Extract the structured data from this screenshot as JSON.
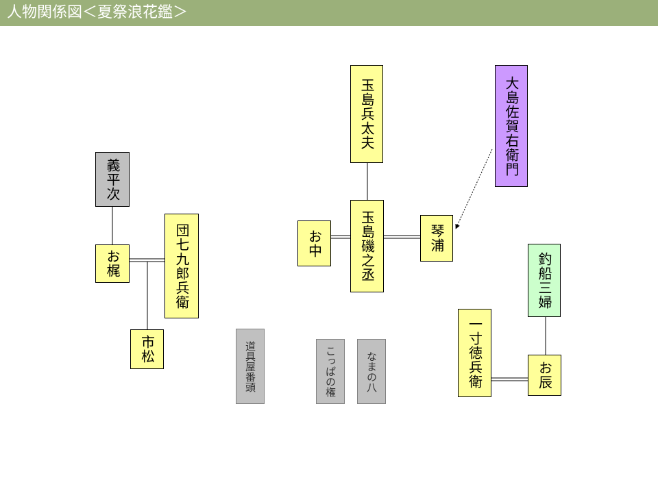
{
  "title": "人物関係図＜夏祭浪花鑑＞",
  "colors": {
    "header": "#9bb07a",
    "yellow": "#ffff99",
    "gray": "#c0c0c0",
    "purple": "#cc99ff",
    "green": "#ccffcc"
  },
  "characters": {
    "gihei": "義平次",
    "okaji": "お梶",
    "danshichi": "団七九郎兵衛",
    "ichimatsu": "市松",
    "dougu": "道具屋番頭",
    "konoken": "こっぱの権",
    "namanohachi": "なまの八",
    "tamashima_hyodayu": "玉島兵太夫",
    "onaka": "お中",
    "isonojo": "玉島磯之丞",
    "kotoura": "琴浦",
    "oshima": "大島佐賀右衛門",
    "tsuribune": "釣船三婦",
    "issun": "一寸徳兵衛",
    "otatsu": "お辰"
  }
}
